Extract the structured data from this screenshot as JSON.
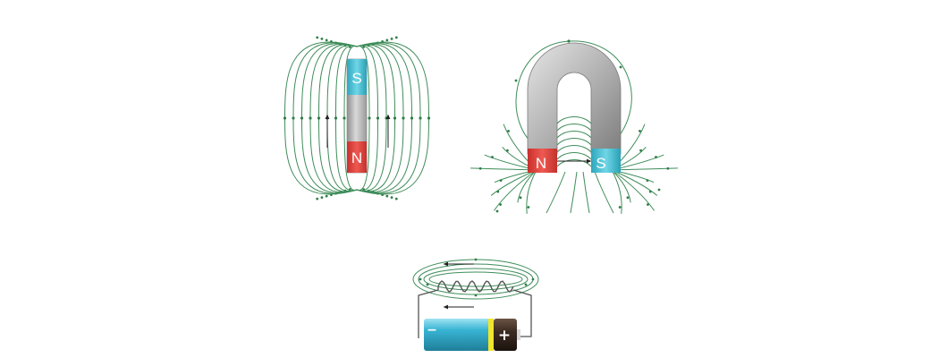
{
  "colors": {
    "field_line": "#3f8d5a",
    "north_pole": "#e2463f",
    "south_pole": "#4dc2d6",
    "magnet_body": "#b9b9b9",
    "battery_body": "#38b4d4",
    "battery_cap": "#3b2b22",
    "battery_ring": "#f2e62a"
  },
  "bar_magnet": {
    "top_pole": "S",
    "bottom_pole": "N"
  },
  "horseshoe_magnet": {
    "left_pole": "N",
    "right_pole": "S"
  },
  "battery": {
    "negative_symbol": "−",
    "positive_symbol": "+"
  }
}
